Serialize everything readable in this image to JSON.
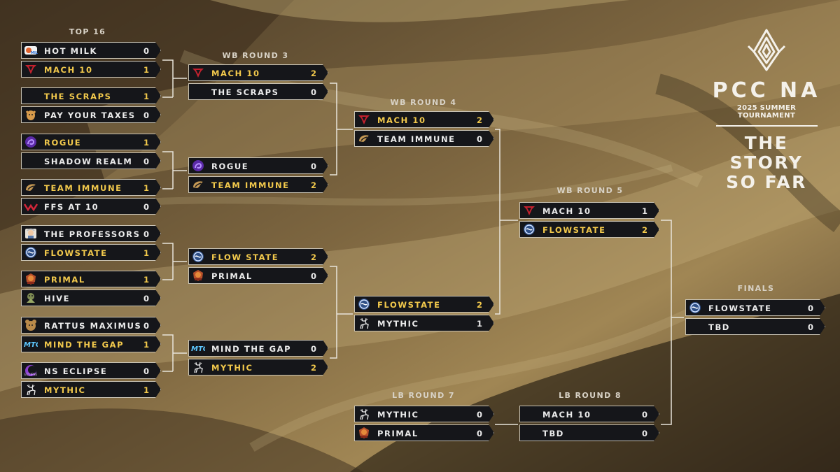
{
  "brand": {
    "name": "PCC NA",
    "subtitle": "2025 SUMMER TOURNAMENT",
    "tagline_1": "THE STORY",
    "tagline_2": "SO FAR"
  },
  "colors": {
    "winner_text": "#f2c94c",
    "default_text": "#ebebeb",
    "slot_bg": "#15161a",
    "slot_border": "#c9c3b4",
    "background": "#3b2f20"
  },
  "rounds": {
    "top16": "TOP 16",
    "wb3": "WB ROUND 3",
    "wb4": "WB ROUND 4",
    "wb5": "WB ROUND 5",
    "finals": "FINALS",
    "lb7": "LB ROUND 7",
    "lb8": "LB ROUND 8"
  },
  "matches": {
    "t1": [
      {
        "team": "HOT MILK",
        "score": "0",
        "logo": "hot-milk-logo",
        "win": false
      },
      {
        "team": "MACH 10",
        "score": "1",
        "logo": "mach-10-logo",
        "win": true
      }
    ],
    "t2": [
      {
        "team": "THE SCRAPS",
        "score": "1",
        "logo": "",
        "win": true
      },
      {
        "team": "PAY YOUR TAXES",
        "score": "0",
        "logo": "pay-your-taxes-logo",
        "win": false
      }
    ],
    "t3": [
      {
        "team": "ROGUE",
        "score": "1",
        "logo": "rogue-logo",
        "win": true
      },
      {
        "team": "SHADOW REALM",
        "score": "0",
        "logo": "",
        "win": false
      }
    ],
    "t4": [
      {
        "team": "TEAM IMMUNE",
        "score": "1",
        "logo": "team-immune-logo",
        "win": true
      },
      {
        "team": "FFS AT 10",
        "score": "0",
        "logo": "ffs-at-10-logo",
        "win": false
      }
    ],
    "t5": [
      {
        "team": "THE PROFESSORS",
        "score": "0",
        "logo": "the-professors-logo",
        "win": false
      },
      {
        "team": "FLOWSTATE",
        "score": "1",
        "logo": "flowstate-logo",
        "win": true
      }
    ],
    "t6": [
      {
        "team": "PRIMAL",
        "score": "1",
        "logo": "primal-logo",
        "win": true
      },
      {
        "team": "HIVE",
        "score": "0",
        "logo": "hive-logo",
        "win": false
      }
    ],
    "t7": [
      {
        "team": "RATTUS MAXIMUS",
        "score": "0",
        "logo": "rattus-maximus-logo",
        "win": false
      },
      {
        "team": "MIND THE GAP",
        "score": "1",
        "logo": "mind-the-gap-logo",
        "win": true
      }
    ],
    "t8": [
      {
        "team": "NS ECLIPSE",
        "score": "0",
        "logo": "ns-eclipse-logo",
        "win": false
      },
      {
        "team": "MYTHIC",
        "score": "1",
        "logo": "mythic-logo",
        "win": true
      }
    ],
    "w31": [
      {
        "team": "MACH 10",
        "score": "2",
        "logo": "mach-10-logo",
        "win": true
      },
      {
        "team": "THE SCRAPS",
        "score": "0",
        "logo": "",
        "win": false
      }
    ],
    "w32": [
      {
        "team": "ROGUE",
        "score": "0",
        "logo": "rogue-logo",
        "win": false
      },
      {
        "team": "TEAM IMMUNE",
        "score": "2",
        "logo": "team-immune-logo",
        "win": true
      }
    ],
    "w33": [
      {
        "team": "FLOW STATE",
        "score": "2",
        "logo": "flowstate-logo",
        "win": true
      },
      {
        "team": "PRIMAL",
        "score": "0",
        "logo": "primal-logo",
        "win": false
      }
    ],
    "w34": [
      {
        "team": "MIND THE GAP",
        "score": "0",
        "logo": "mind-the-gap-logo",
        "win": false
      },
      {
        "team": "MYTHIC",
        "score": "2",
        "logo": "mythic-logo",
        "win": true
      }
    ],
    "w41": [
      {
        "team": "MACH 10",
        "score": "2",
        "logo": "mach-10-logo",
        "win": true
      },
      {
        "team": "TEAM IMMUNE",
        "score": "0",
        "logo": "team-immune-logo",
        "win": false
      }
    ],
    "w42": [
      {
        "team": "FLOWSTATE",
        "score": "2",
        "logo": "flowstate-logo",
        "win": true
      },
      {
        "team": "MYTHIC",
        "score": "1",
        "logo": "mythic-logo",
        "win": false
      }
    ],
    "w5": [
      {
        "team": "MACH 10",
        "score": "1",
        "logo": "mach-10-logo",
        "win": false
      },
      {
        "team": "FLOWSTATE",
        "score": "2",
        "logo": "flowstate-logo",
        "win": true
      }
    ],
    "final": [
      {
        "team": "FLOWSTATE",
        "score": "0",
        "logo": "flowstate-logo",
        "win": false
      },
      {
        "team": "TBD",
        "score": "0",
        "logo": "",
        "win": false
      }
    ],
    "l7": [
      {
        "team": "MYTHIC",
        "score": "0",
        "logo": "mythic-logo",
        "win": false
      },
      {
        "team": "PRIMAL",
        "score": "0",
        "logo": "primal-logo",
        "win": false
      }
    ],
    "l8": [
      {
        "team": "MACH 10",
        "score": "0",
        "logo": "",
        "win": false
      },
      {
        "team": "TBD",
        "score": "0",
        "logo": "",
        "win": false
      }
    ]
  }
}
